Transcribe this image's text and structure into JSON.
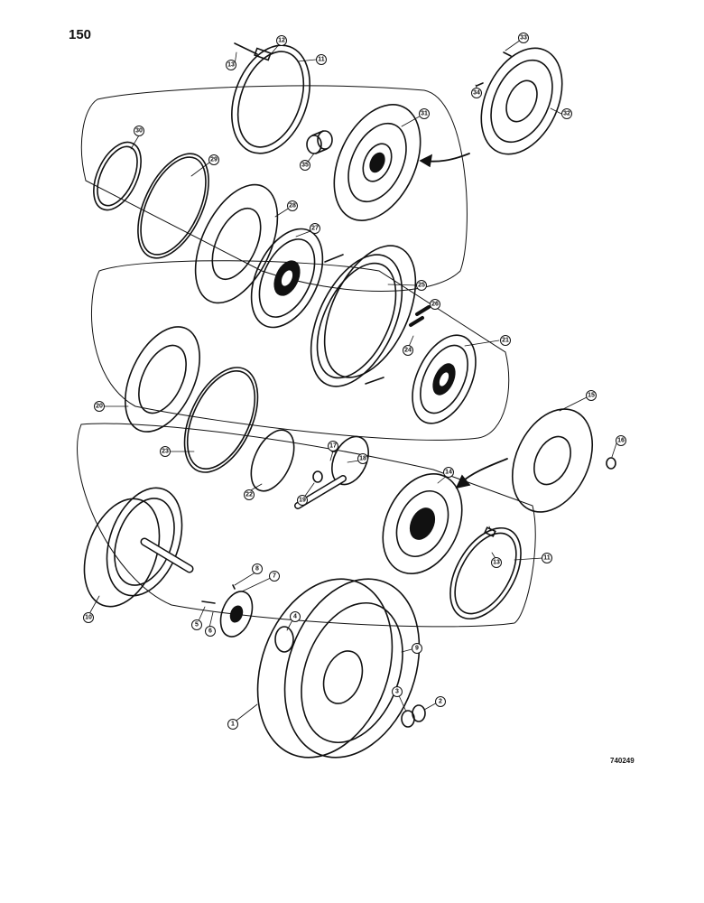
{
  "page_number": "150",
  "reference_code": "740249",
  "callouts": {
    "c1": "1",
    "c2": "2",
    "c3": "3",
    "c4": "4",
    "c5": "5",
    "c6": "6",
    "c7": "7",
    "c8": "8",
    "c9": "9",
    "c10": "10",
    "c11a": "11",
    "c11b": "11",
    "c12": "12",
    "c13a": "13",
    "c13b": "13",
    "c14": "14",
    "c15": "15",
    "c16": "16",
    "c17": "17",
    "c18": "18",
    "c19": "19",
    "c20": "20",
    "c21": "21",
    "c22": "22",
    "c23": "23",
    "c24": "24",
    "c25": "25",
    "c26": "26",
    "c27": "27",
    "c28": "28",
    "c29": "29",
    "c30": "30",
    "c31": "31",
    "c32": "32",
    "c33": "33",
    "c34": "34",
    "c35": "35"
  }
}
